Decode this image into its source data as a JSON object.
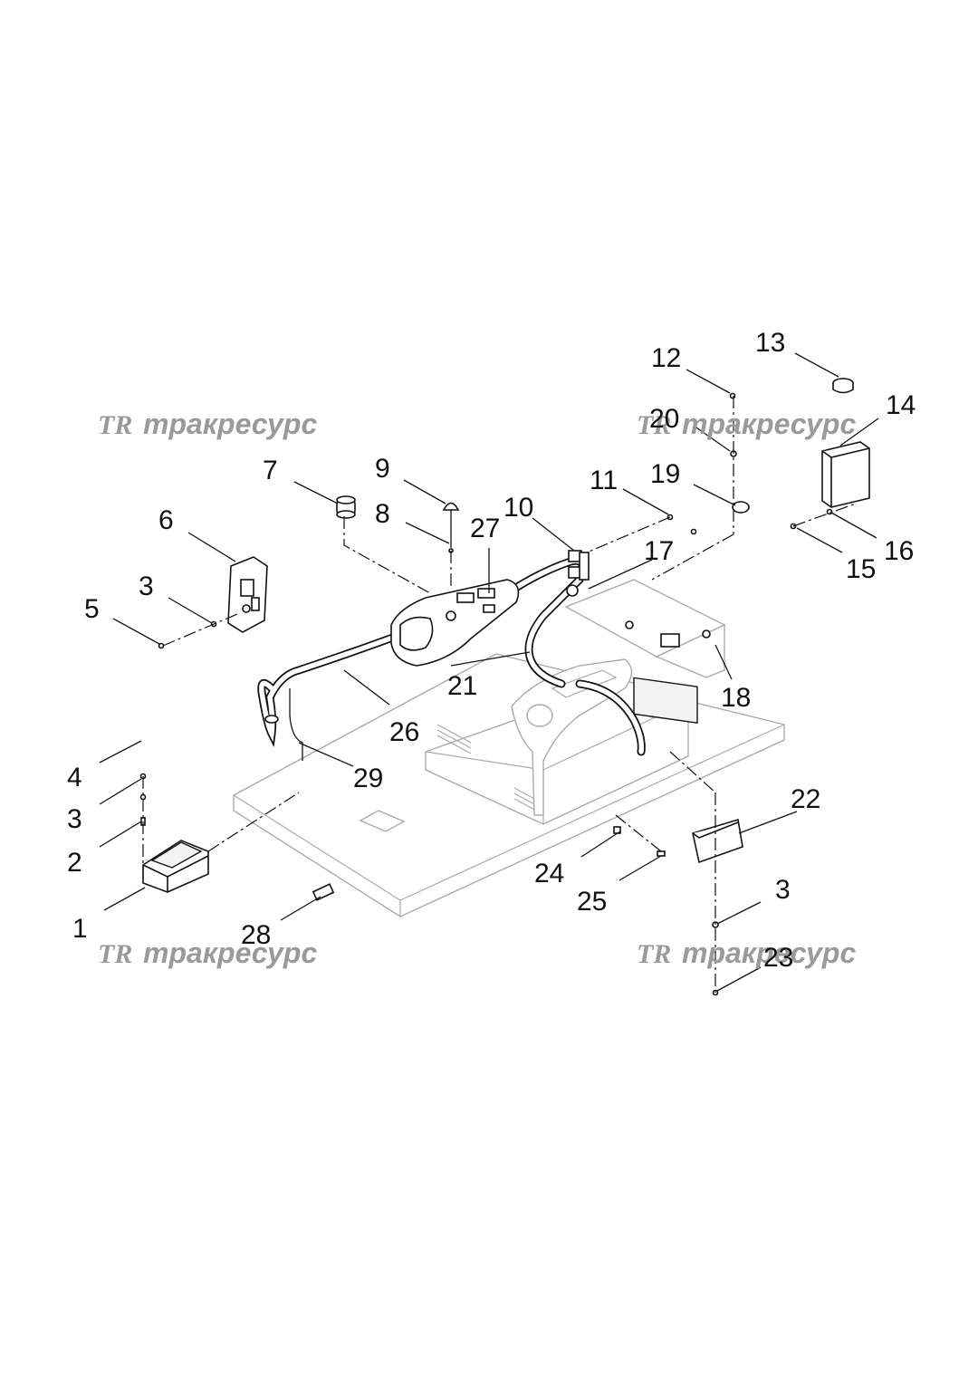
{
  "watermark": {
    "logo": "TR",
    "text": "тракресурс",
    "color": "#9a9a9a"
  },
  "callouts": [
    "1",
    "2",
    "3",
    "4",
    "5",
    "6",
    "7",
    "8",
    "9",
    "10",
    "11",
    "12",
    "13",
    "14",
    "15",
    "16",
    "17",
    "18",
    "19",
    "20",
    "21",
    "22",
    "23",
    "24",
    "25",
    "26",
    "27",
    "28",
    "29"
  ],
  "callout_3_repeats": [
    "3",
    "3",
    "3"
  ]
}
